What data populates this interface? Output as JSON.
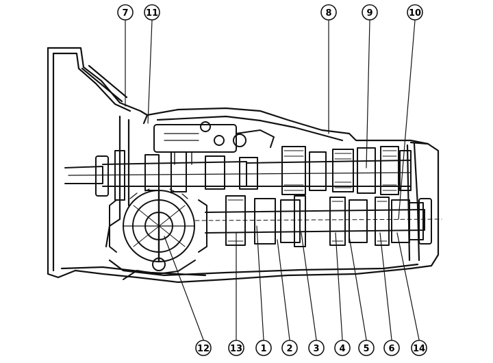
{
  "colors": {
    "ink": "#111111",
    "paper": "#ffffff"
  },
  "callouts_top": [
    {
      "id": "c7",
      "label": "7"
    },
    {
      "id": "c11",
      "label": "11"
    },
    {
      "id": "c8",
      "label": "8"
    },
    {
      "id": "c9",
      "label": "9"
    },
    {
      "id": "c10",
      "label": "10"
    }
  ],
  "callouts_bottom": [
    {
      "id": "c12",
      "label": "12"
    },
    {
      "id": "c13",
      "label": "13"
    },
    {
      "id": "c1",
      "label": "1"
    },
    {
      "id": "c2",
      "label": "2"
    },
    {
      "id": "c3",
      "label": "3"
    },
    {
      "id": "c4",
      "label": "4"
    },
    {
      "id": "c5",
      "label": "5"
    },
    {
      "id": "c6",
      "label": "6"
    },
    {
      "id": "c14",
      "label": "14"
    }
  ]
}
